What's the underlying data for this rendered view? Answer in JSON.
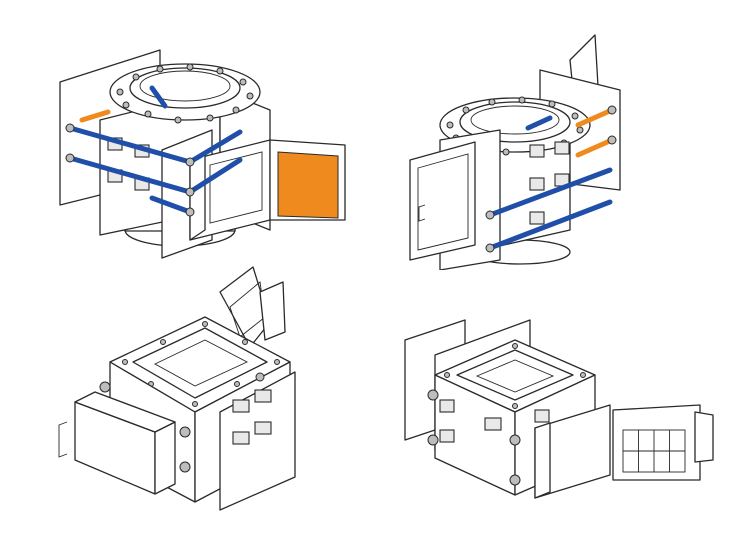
{
  "figure": {
    "views": [
      {
        "id": "tubular-open-door",
        "description_label": ""
      },
      {
        "id": "tubular-closed-door",
        "description_label": ""
      },
      {
        "id": "square-closed-door",
        "description_label": ""
      },
      {
        "id": "square-open-door",
        "description_label": ""
      }
    ],
    "colors": {
      "line": "#2a2a2a",
      "rod": "#1f4fa8",
      "accent_orange": "#ef8a1f",
      "fill": "#ffffff",
      "shade": "#e9e9e9"
    },
    "icons": [
      "magnet-rod",
      "hinged-door",
      "flange",
      "drawer-handle"
    ]
  }
}
